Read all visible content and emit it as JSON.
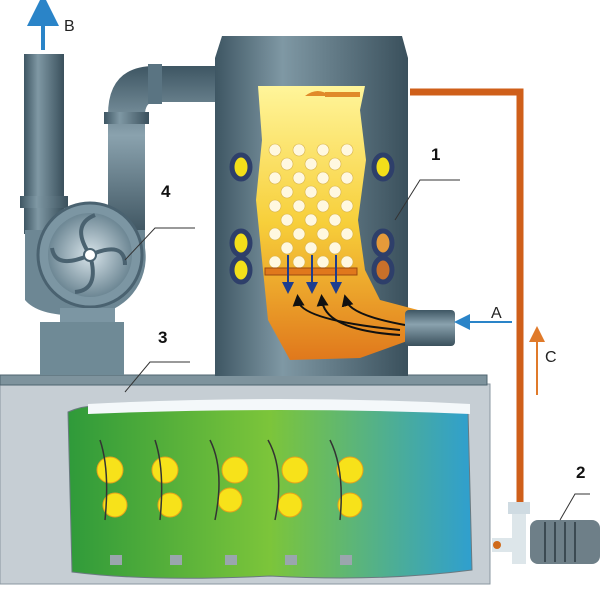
{
  "labels": {
    "scrubber_tower": "1",
    "pump": "2",
    "tank": "3",
    "fan": "4"
  },
  "flows": {
    "gas_inlet": "A",
    "clean_gas_outlet": "B",
    "liquid_return": "C"
  },
  "colors": {
    "steel": "#4f6a78",
    "pipe_orange": "#cf5f1a",
    "arrow_blue": "#2a84c8",
    "liquid_green": "#3cae3a",
    "liquid_blue": "#3aa0c8"
  }
}
